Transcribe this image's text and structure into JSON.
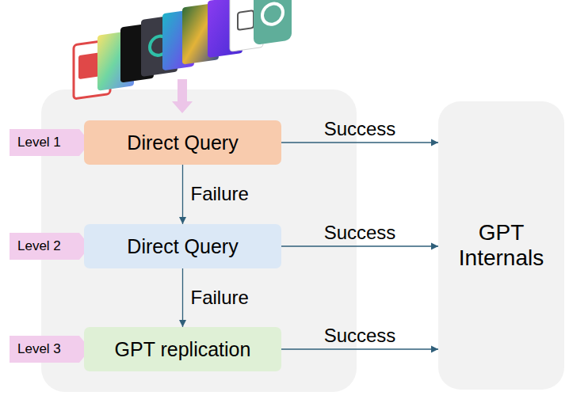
{
  "diagram": {
    "nodes": [
      {
        "text": [
          "Level 1"
        ]
      },
      {
        "text": [
          "Direct Query"
        ]
      },
      {
        "text": [
          "Level 2"
        ]
      },
      {
        "text": [
          "Direct Query"
        ]
      },
      {
        "text": [
          "Level 3"
        ]
      },
      {
        "text": [
          "GPT replication"
        ]
      },
      {
        "text": [
          "GPT Internals"
        ]
      }
    ],
    "edges": [
      {
        "from": 1,
        "to": 6,
        "label": "Success",
        "arrow": "to"
      },
      {
        "from": 1,
        "to": 3,
        "label": "Failure",
        "arrow": "to"
      },
      {
        "from": 3,
        "to": 6,
        "label": "Success",
        "arrow": "to"
      },
      {
        "from": 3,
        "to": 5,
        "label": "Failure",
        "arrow": "to"
      },
      {
        "from": 5,
        "to": 6,
        "label": "Success",
        "arrow": "to"
      }
    ]
  }
}
